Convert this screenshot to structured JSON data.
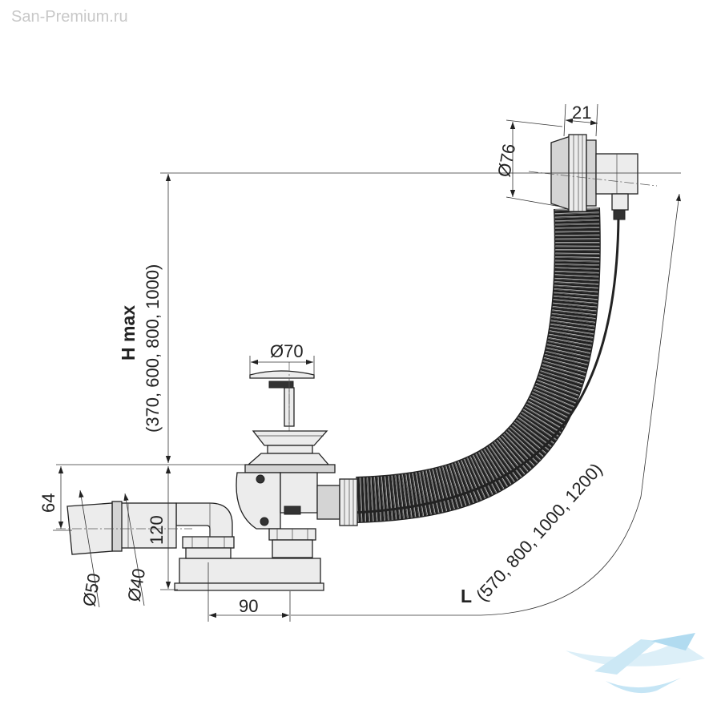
{
  "watermark": "San-Premium.ru",
  "dimensions": {
    "overflow_diameter": "Ø76",
    "overflow_depth": "21",
    "plug_diameter": "Ø70",
    "h_max_label": "H max",
    "h_max_values": "(370, 600, 800, 1000)",
    "height_64": "64",
    "height_120": "120",
    "outlet_d50": "Ø50",
    "outlet_d40": "Ø40",
    "offset_90": "90",
    "length_label": "L",
    "length_values": "(570, 800, 1000, 1200)"
  },
  "colors": {
    "line": "#222222",
    "part_fill": "#ececec",
    "logo_blue": "#bfe3f4"
  },
  "logo": {
    "icon": "bathtub-wave-logo-icon"
  }
}
